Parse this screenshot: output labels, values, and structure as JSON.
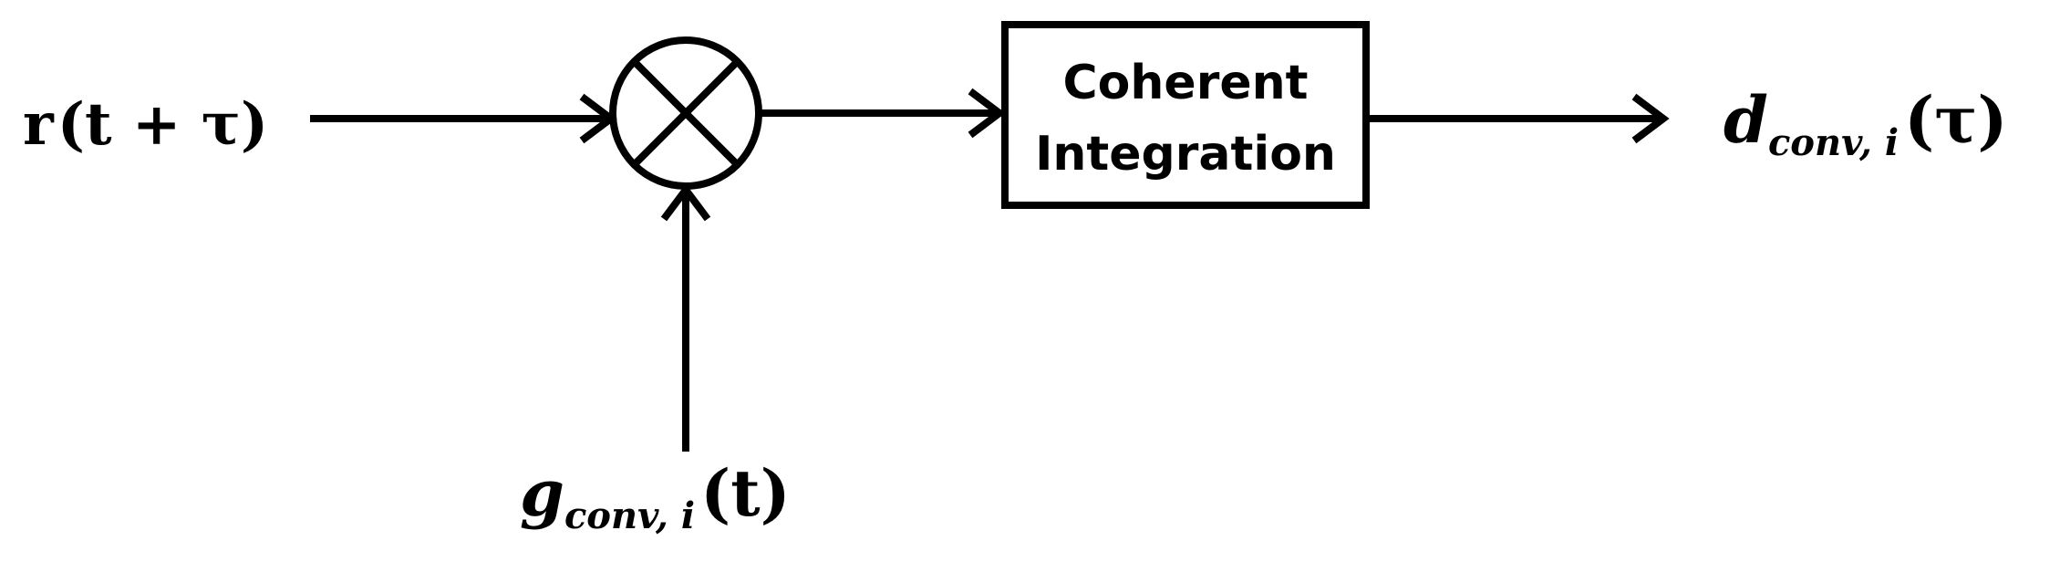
{
  "diagram": {
    "input_signal": {
      "base": "r",
      "argument": "(t + τ)"
    },
    "reference_signal": {
      "base": "g",
      "subscript": "conv, i",
      "argument": "(t)"
    },
    "mixer": {
      "symbol": "multiplier",
      "icon": "circle-times"
    },
    "block": {
      "line1": "Coherent",
      "line2": "Integration"
    },
    "output_signal": {
      "base": "d",
      "subscript": "conv, i",
      "argument": "(τ)"
    },
    "colors": {
      "stroke": "#000000",
      "background": "#ffffff"
    }
  }
}
